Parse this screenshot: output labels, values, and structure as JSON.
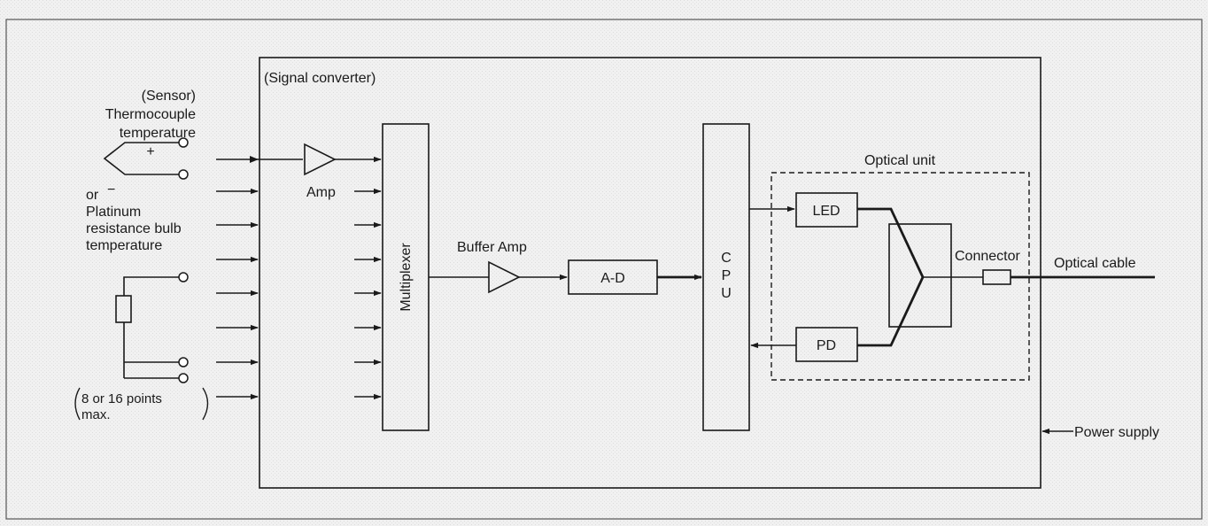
{
  "sensor": {
    "title": "(Sensor)",
    "thermocouple_line1": "Thermocouple",
    "thermocouple_line2": "temperature",
    "plus": "+",
    "minus": "−",
    "or": "or",
    "platinum_line1": "Platinum",
    "platinum_line2": "resistance bulb",
    "platinum_line3": "temperature",
    "points_line1": "8 or 16 points",
    "points_line2": "max."
  },
  "converter": {
    "title": "(Signal converter)",
    "amp": "Amp",
    "multiplexer": "Multiplexer",
    "buffer_amp": "Buffer Amp",
    "adc": "A-D",
    "cpu_c": "C",
    "cpu_p": "P",
    "cpu_u": "U",
    "power_supply": "Power supply"
  },
  "optical_unit": {
    "title": "Optical unit",
    "led": "LED",
    "pd": "PD",
    "connector": "Connector",
    "cable": "Optical cable"
  }
}
